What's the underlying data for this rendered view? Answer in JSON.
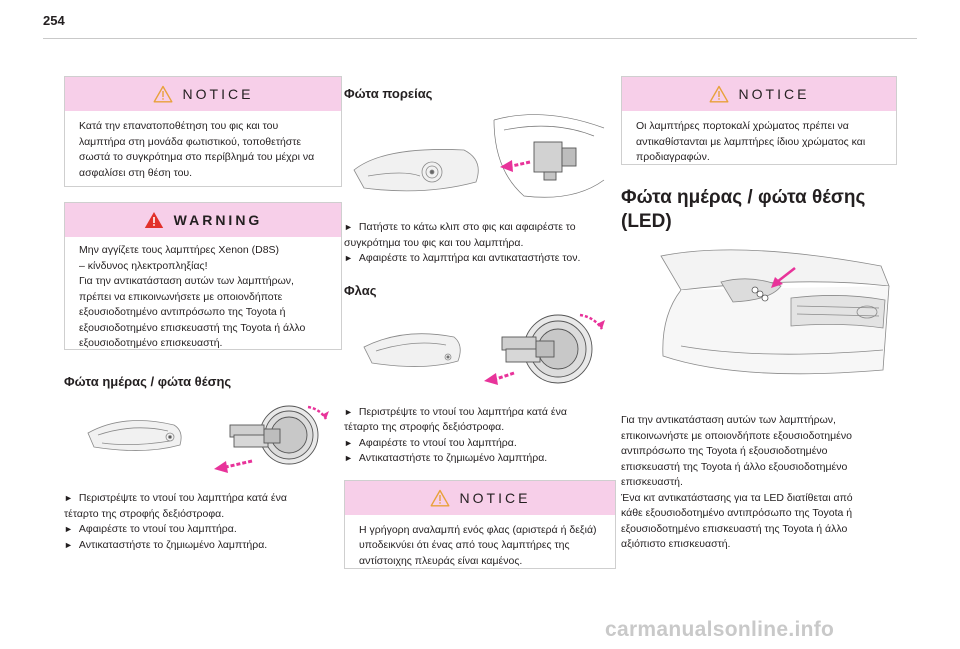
{
  "page": {
    "number": "254"
  },
  "col1": {
    "notice1": {
      "label": "NOTICE",
      "lines": [
        "Κατά την επανατοποθέτηση του φις και του",
        "λαμπτήρα στη μονάδα φωτιστικού, τοποθετήστε",
        "σωστά το συγκρότημα στο περίβλημά του μέχρι να",
        "ασφαλίσει στη θέση του."
      ]
    },
    "warning": {
      "label": "WARNING",
      "lines": [
        "Μην αγγίζετε τους λαμπτήρες Xenon (D8S)",
        "– κίνδυνος ηλεκτροπληξίας!",
        "Για την αντικατάσταση αυτών των λαμπτήρων,",
        "πρέπει να επικοινωνήσετε με οποιονδήποτε",
        "εξουσιοδοτημένο αντιπρόσωπο της Toyota ή",
        "εξουσιοδοτημένο επισκευαστή της Toyota ή άλλο",
        "εξουσιοδοτημένο επισκευαστή."
      ]
    },
    "section": {
      "title": "Φώτα ημέρας / φώτα θέσης",
      "steps": [
        "Περιστρέψτε το ντουί του λαμπτήρα κατά ένα",
        "τέταρτο της στροφής δεξιόστροφα.",
        "Αφαιρέστε το ντουί του λαμπτήρα.",
        "Αντικαταστήστε το ζημιωμένο λαμπτήρα."
      ]
    }
  },
  "col2": {
    "section1": {
      "title": "Φώτα πορείας",
      "steps": [
        "Πατήστε το κάτω κλιπ στο φις και αφαιρέστε το",
        "συγκρότημα του φις και του λαμπτήρα.",
        "Αφαιρέστε το λαμπτήρα και αντικαταστήστε τον."
      ]
    },
    "section2": {
      "title": "Φλας",
      "steps": [
        "Περιστρέψτε το ντουί του λαμπτήρα κατά ένα",
        "τέταρτο της στροφής δεξιόστροφα.",
        "Αφαιρέστε το ντουί του λαμπτήρα.",
        "Αντικαταστήστε το ζημιωμένο λαμπτήρα."
      ]
    },
    "notice": {
      "label": "NOTICE",
      "lines": [
        "Η γρήγορη αναλαμπή ενός φλας (αριστερά ή δεξιά)",
        "υποδεικνύει ότι ένας από τους λαμπτήρες της",
        "αντίστοιχης πλευράς είναι καμένος."
      ]
    }
  },
  "col3": {
    "notice": {
      "label": "NOTICE",
      "lines": [
        "Οι λαμπτήρες πορτοκαλί χρώματος πρέπει να",
        "αντικαθίστανται με λαμπτήρες ίδιου χρώματος και",
        "προδιαγραφών."
      ]
    },
    "section": {
      "title_line1": "Φώτα ημέρας / φώτα θέσης",
      "title_line2": "(LED)",
      "lines": [
        "Για την αντικατάσταση αυτών των λαμπτήρων,",
        "επικοινωνήστε με οποιονδήποτε εξουσιοδοτημένο",
        "αντιπρόσωπο της Toyota ή εξουσιοδοτημένο",
        "επισκευαστή της Toyota ή άλλο εξουσιοδοτημένο",
        "επισκευαστή.",
        "Ένα κιτ αντικατάστασης για τα LED διατίθεται από",
        "κάθε εξουσιοδοτημένο αντιπρόσωπο της Toyota ή",
        "εξουσιοδοτημένο επισκευαστή της Toyota ή άλλο",
        "αξιόπιστο επισκευαστή."
      ]
    }
  },
  "step_arrow": "►",
  "watermark": "carmanualsonline.info",
  "colors": {
    "notice_header": "#f7cfe9",
    "arrow_pink": "#e8339a",
    "rule": "#c9c9c9"
  }
}
